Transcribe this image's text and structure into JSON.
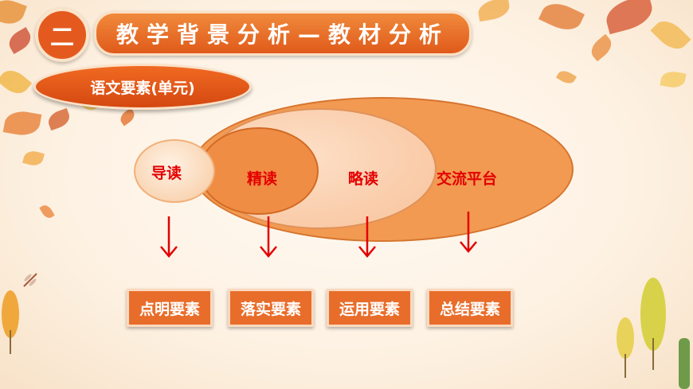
{
  "header": {
    "badge_text": "二",
    "title": "教学背景分析—教材分析"
  },
  "section": {
    "label": "语文要素(单元)"
  },
  "reading_types": {
    "guided": "导读",
    "intensive": "精读",
    "skim": "略读",
    "exchange": "交流平台"
  },
  "elements": [
    "点明要素",
    "落实要素",
    "运用要素",
    "总结要素"
  ],
  "colors": {
    "accent": "#e45a1e",
    "label_red": "#e30000",
    "arrow_red": "#e30000"
  }
}
